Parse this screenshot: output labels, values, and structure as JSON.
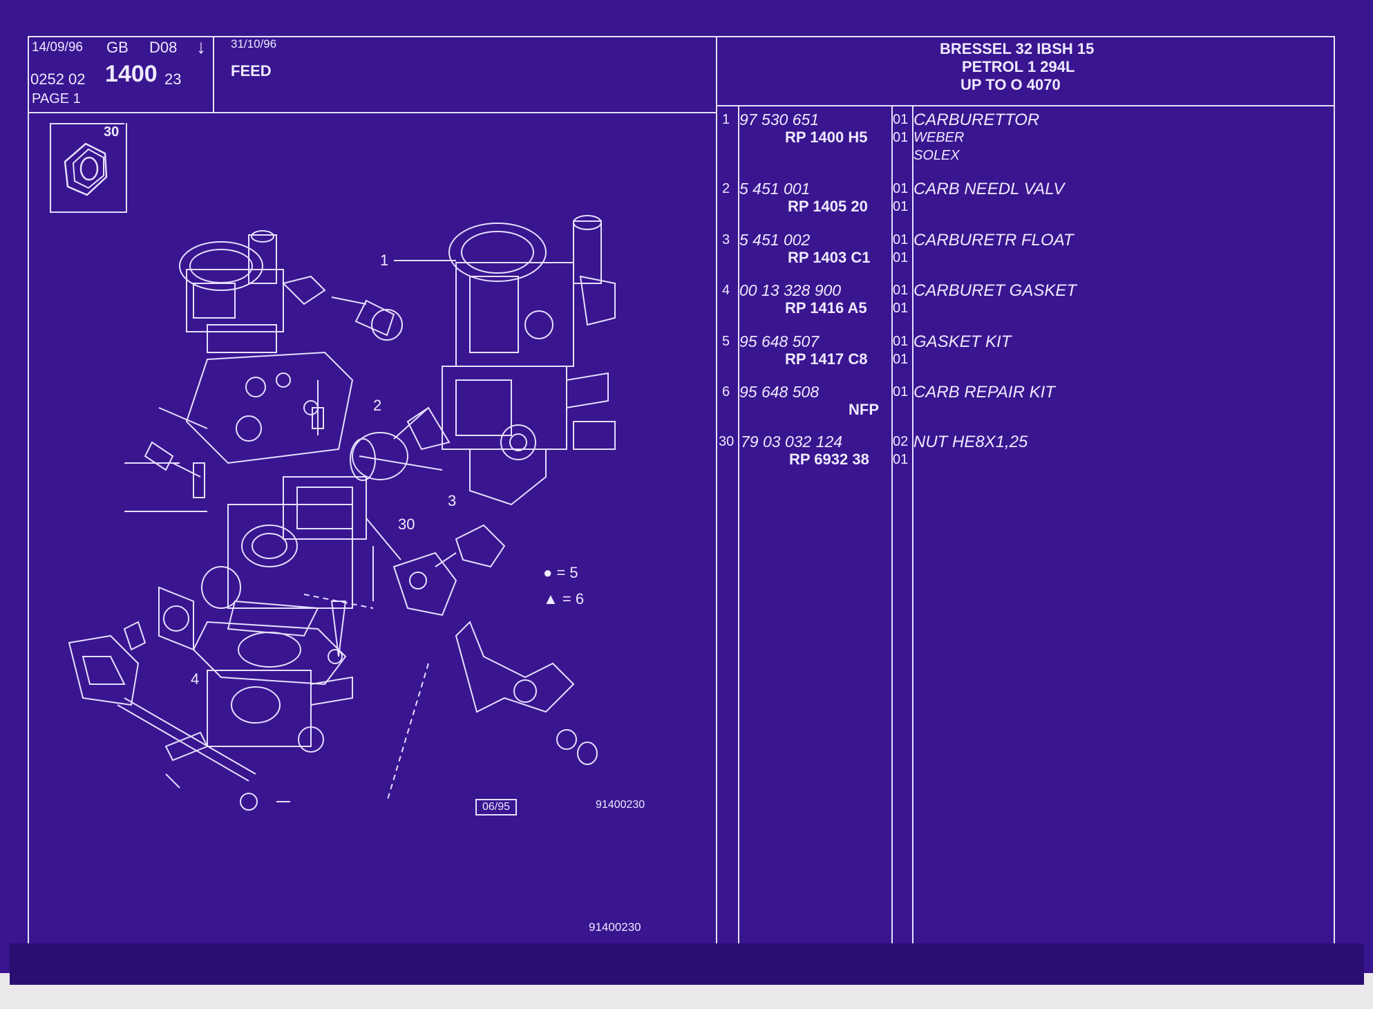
{
  "header": {
    "date_left": "14/09/96",
    "lang": "GB",
    "code": "D08",
    "arrow": "↓",
    "ref_prefix": "0252 02",
    "ref_main": "1400",
    "ref_suffix": "23",
    "page": "PAGE 1",
    "date_right": "31/10/96",
    "section": "FEED",
    "title_line1": "BRESSEL 32 IBSH 15",
    "title_line2": "PETROL 1 294L",
    "title_line3": "UP TO O 4070"
  },
  "inset": {
    "number": "30"
  },
  "drawing": {
    "callouts": [
      "1",
      "2",
      "3",
      "30",
      "4"
    ],
    "legend_circle": "● = 5",
    "legend_triangle": "▲ = 6",
    "date_box": "06/95",
    "ref_mid": "91400230",
    "ref_bottom": "91400230"
  },
  "parts": [
    {
      "no": "1",
      "ref": "97 530 651",
      "rp": "RP 1400 H5",
      "qty1": "01",
      "qty2": "01",
      "desc": [
        "CARBURETTOR",
        "WEBER",
        "SOLEX"
      ]
    },
    {
      "no": "2",
      "ref": "5 451 001",
      "rp": "RP 1405 20",
      "qty1": "01",
      "qty2": "01",
      "desc": [
        "CARB NEEDL VALV"
      ]
    },
    {
      "no": "3",
      "ref": "5 451 002",
      "rp": "RP 1403 C1",
      "qty1": "01",
      "qty2": "01",
      "desc": [
        "CARBURETR FLOAT"
      ]
    },
    {
      "no": "4",
      "ref": "00 13 328 900",
      "rp": "RP 1416 A5",
      "qty1": "01",
      "qty2": "01",
      "desc": [
        "CARBURET GASKET"
      ]
    },
    {
      "no": "5",
      "ref": "95 648 507",
      "rp": "RP 1417 C8",
      "qty1": "01",
      "qty2": "01",
      "desc": [
        "GASKET KIT"
      ]
    },
    {
      "no": "6",
      "ref": "95 648 508",
      "rp": "NFP",
      "qty1": "01",
      "qty2": "",
      "desc": [
        "CARB REPAIR KIT"
      ]
    },
    {
      "no": "30",
      "ref": "79 03 032 124",
      "rp": "RP 6932 38",
      "qty1": "02",
      "qty2": "01",
      "desc": [
        "NUT HE8X1,25"
      ]
    }
  ],
  "colors": {
    "background": "#3a1590",
    "lines": "#e6e1ff"
  }
}
